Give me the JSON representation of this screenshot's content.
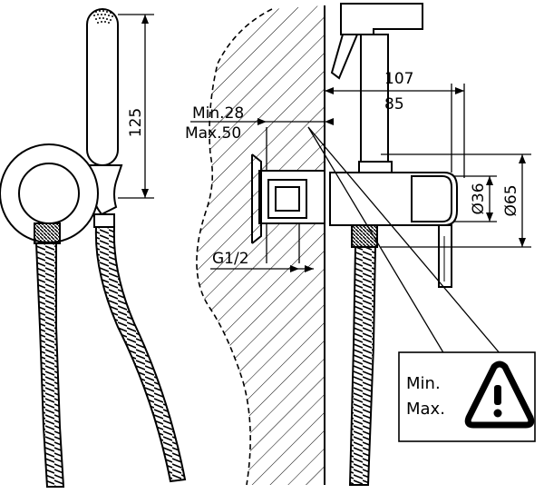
{
  "dimensions": {
    "handset_length": "125",
    "depth_total": "107",
    "depth_body": "85",
    "wall_min": "Min.28",
    "wall_max": "Max.50",
    "thread": "G1/2",
    "dia_small": "Ø36",
    "dia_large": "Ø65"
  },
  "warning": {
    "min_label": "Min.",
    "max_label": "Max."
  },
  "colors": {
    "line": "#000000",
    "background": "#ffffff"
  },
  "icons": {
    "warning": "warning-triangle-exclamation-icon"
  }
}
